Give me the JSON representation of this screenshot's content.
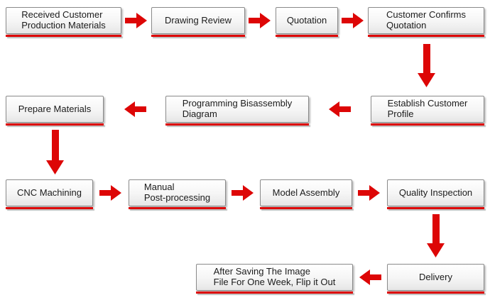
{
  "colors": {
    "accent_red": "#dd0606",
    "box_border": "#8a8a8a",
    "box_gradient_top": "#ffffff",
    "box_gradient_bottom": "#e6e6e6",
    "text": "#1b1b1b",
    "shadow": "#bdbdbd",
    "background": "#ffffff"
  },
  "nodes": [
    {
      "id": "received-customer-production-materials",
      "label": "Received Customer\nProduction Materials"
    },
    {
      "id": "drawing-review",
      "label": "Drawing Review"
    },
    {
      "id": "quotation",
      "label": "Quotation"
    },
    {
      "id": "customer-confirms-quotation",
      "label": "Customer Confirms\nQuotation"
    },
    {
      "id": "establish-customer-profile",
      "label": "Establish Customer\nProfile"
    },
    {
      "id": "programming-bisassembly-diagram",
      "label": "Programming Bisassembly\nDiagram"
    },
    {
      "id": "prepare-materials",
      "label": "Prepare Materials"
    },
    {
      "id": "cnc-machining",
      "label": "CNC Machining"
    },
    {
      "id": "manual-post-processing",
      "label": "Manual\nPost-processing"
    },
    {
      "id": "model-assembly",
      "label": "Model Assembly"
    },
    {
      "id": "quality-inspection",
      "label": "Quality Inspection"
    },
    {
      "id": "delivery",
      "label": "Delivery"
    },
    {
      "id": "after-saving-image",
      "label": "After Saving The Image\nFile For One Week, Flip it Out"
    }
  ],
  "connections": [
    {
      "from": "received-customer-production-materials",
      "to": "drawing-review",
      "direction": "right"
    },
    {
      "from": "drawing-review",
      "to": "quotation",
      "direction": "right"
    },
    {
      "from": "quotation",
      "to": "customer-confirms-quotation",
      "direction": "right"
    },
    {
      "from": "customer-confirms-quotation",
      "to": "establish-customer-profile",
      "direction": "down"
    },
    {
      "from": "establish-customer-profile",
      "to": "programming-bisassembly-diagram",
      "direction": "left"
    },
    {
      "from": "programming-bisassembly-diagram",
      "to": "prepare-materials",
      "direction": "left"
    },
    {
      "from": "prepare-materials",
      "to": "cnc-machining",
      "direction": "down"
    },
    {
      "from": "cnc-machining",
      "to": "manual-post-processing",
      "direction": "right"
    },
    {
      "from": "manual-post-processing",
      "to": "model-assembly",
      "direction": "right"
    },
    {
      "from": "model-assembly",
      "to": "quality-inspection",
      "direction": "right"
    },
    {
      "from": "quality-inspection",
      "to": "delivery",
      "direction": "down"
    },
    {
      "from": "delivery",
      "to": "after-saving-image",
      "direction": "left"
    }
  ]
}
